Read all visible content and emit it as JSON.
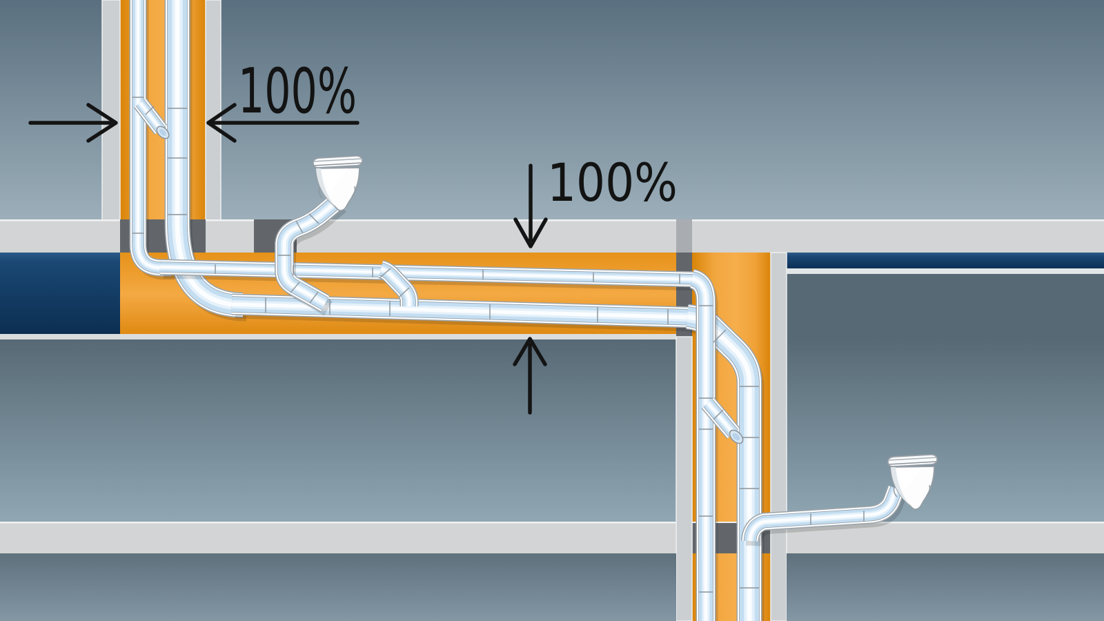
{
  "diagram": {
    "type": "sanitary-drainage-installation-diagram",
    "labels": {
      "shaft_width": {
        "text": "100%",
        "meaning": "width of pipe shaft"
      },
      "ceiling_space": {
        "text": "100%",
        "meaning": "height of suspended-ceiling void"
      }
    },
    "fixtures": {
      "toilet_upper": "wall-hung toilet, upper floor",
      "toilet_lower": "wall-hung toilet, lower floor"
    },
    "elements": {
      "top_shaft": "vertical shaft with soil stack and parallel vent pipe",
      "ceiling_void": "horizontal collector pipes in suspended ceiling",
      "right_shaft": "vertical shaft continuing downwards",
      "branch_fittings": "45-degree branch connectors with open sockets"
    },
    "colors": {
      "shaft_orange": "#f2a63e",
      "marker_dark_blue": "#123e6a",
      "wall_blue_gray": "#7b91a0",
      "slab_gray": "#d2d4d5",
      "wall_strip_gray": "#cbcfd1",
      "dark_wall_section": "#62666a",
      "pipe_blue": "#c3ddf1",
      "annotation_black": "#141414"
    }
  }
}
